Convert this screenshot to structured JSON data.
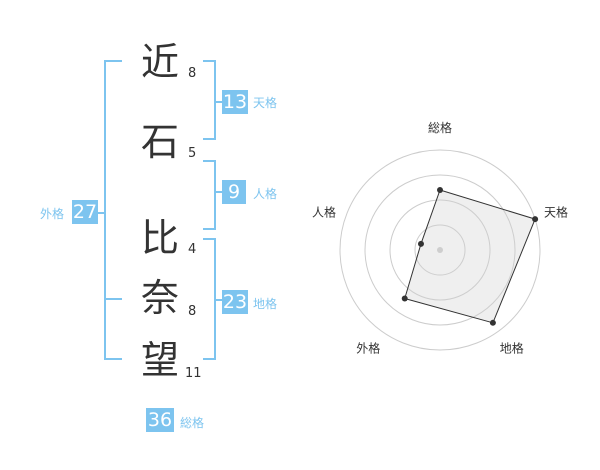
{
  "name": {
    "chars": [
      {
        "char": "近",
        "strokes": "8"
      },
      {
        "char": "石",
        "strokes": "5"
      },
      {
        "char": "比",
        "strokes": "4"
      },
      {
        "char": "奈",
        "strokes": "8"
      },
      {
        "char": "望",
        "strokes": "11"
      }
    ]
  },
  "fortune": {
    "tenkaku": {
      "value": "13",
      "label": "天格"
    },
    "jinkaku": {
      "value": "9",
      "label": "人格"
    },
    "chikaku": {
      "value": "23",
      "label": "地格"
    },
    "gaikaku": {
      "value": "27",
      "label": "外格"
    },
    "soukaku": {
      "value": "36",
      "label": "総格"
    }
  },
  "colors": {
    "accent": "#7dc4ef",
    "text": "#333333"
  },
  "chart_data": {
    "type": "radar",
    "axes": [
      "総格",
      "天格",
      "地格",
      "外格",
      "人格"
    ],
    "values": [
      0.6,
      1.0,
      0.9,
      0.6,
      0.2
    ],
    "rings": 4
  }
}
